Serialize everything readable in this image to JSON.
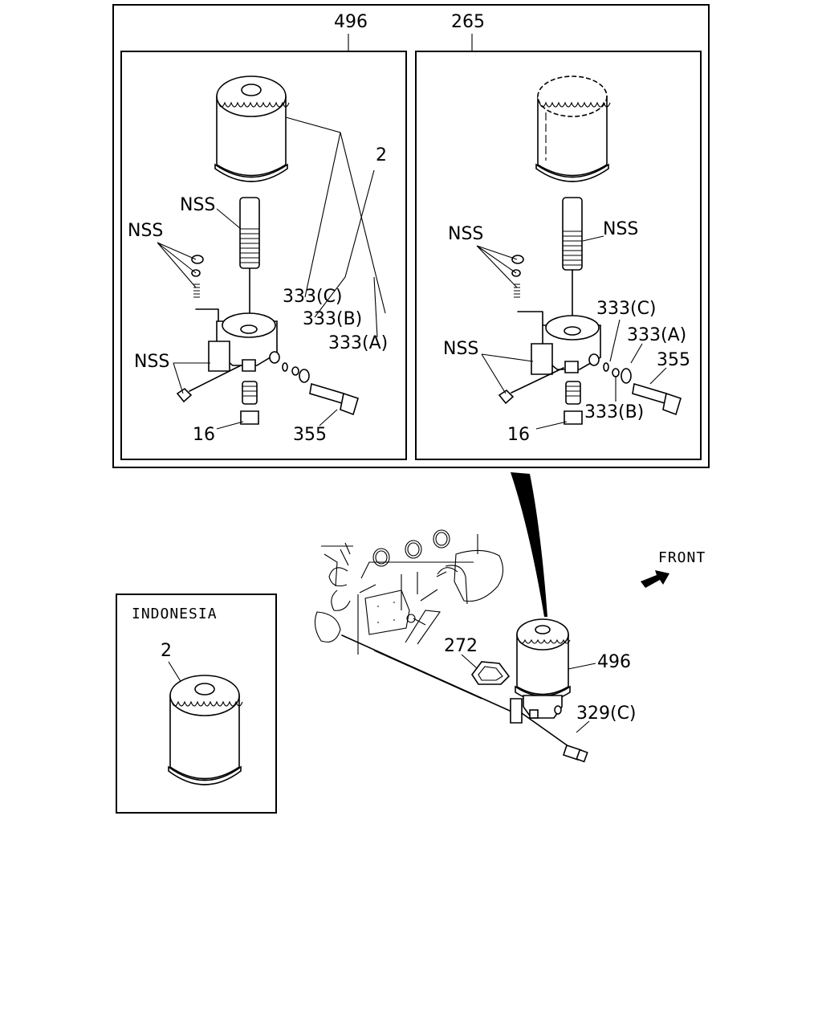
{
  "panels": {
    "left": {
      "header": "496",
      "labels": {
        "part_2": "2",
        "nss_stud": "NSS",
        "nss_plugs": "NSS",
        "nss_fitting": "NSS",
        "c333": "333(C)",
        "b333": "333(B)",
        "a333": "333(A)",
        "p16": "16",
        "p355": "355"
      }
    },
    "right": {
      "header": "265",
      "labels": {
        "nss_plugs": "NSS",
        "nss_stud": "NSS",
        "nss_fitting": "NSS",
        "c333": "333(C)",
        "a333": "333(A)",
        "p355": "355",
        "b333": "333(B)",
        "p16": "16"
      }
    },
    "indonesia": {
      "title": "INDONESIA",
      "part": "2"
    }
  },
  "assembly": {
    "front": "FRONT",
    "p272": "272",
    "p496": "496",
    "p329c": "329(C)"
  }
}
